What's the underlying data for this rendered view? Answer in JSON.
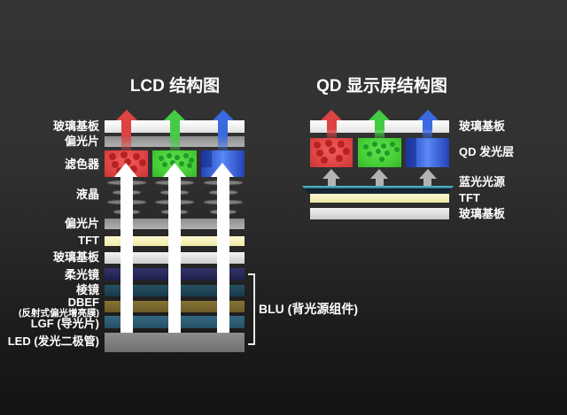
{
  "page": {
    "background_top": "#333333",
    "background_bottom": "#141414",
    "text_color": "#ffffff"
  },
  "lcd": {
    "title": "LCD 结构图",
    "layers": [
      {
        "id": "lcd-glass-top",
        "label": "玻璃基板",
        "color": "#ffffff"
      },
      {
        "id": "lcd-polarizer-top",
        "label": "偏光片",
        "color": "#9c9c9c"
      },
      {
        "id": "lcd-color-filter",
        "label": "滤色器",
        "color": "rgb"
      },
      {
        "id": "lcd-liquid-crystal",
        "label": "液晶",
        "color": "#8f8f8f"
      },
      {
        "id": "lcd-polarizer-bottom",
        "label": "偏光片",
        "color": "#9c9c9c"
      },
      {
        "id": "lcd-tft",
        "label": "TFT",
        "color": "#f6f2b8"
      },
      {
        "id": "lcd-glass-bottom",
        "label": "玻璃基板",
        "color": "#e9e9e9"
      },
      {
        "id": "lcd-diffuser",
        "label": "柔光镜",
        "color": "#292959"
      },
      {
        "id": "lcd-prism",
        "label": "棱镜",
        "color": "#1f4758"
      },
      {
        "id": "lcd-dbef",
        "label": "DBEF",
        "sublabel": "(反射式偏光增亮膜)",
        "color": "#7b6a2e"
      },
      {
        "id": "lcd-lgf",
        "label": "LGF (导光片)",
        "color": "#2e5d74"
      },
      {
        "id": "lcd-led",
        "label": "LED (发光二极管)",
        "color": "#7e7e7e"
      }
    ],
    "blu_label": "BLU (背光源组件)"
  },
  "qd": {
    "title": "QD 显示屏结构图",
    "layers": [
      {
        "id": "qd-glass-top",
        "label": "玻璃基板",
        "color": "#ffffff"
      },
      {
        "id": "qd-emissive",
        "label": "QD 发光层",
        "color": "rgb"
      },
      {
        "id": "qd-blue-source",
        "label": "蓝光光源",
        "color": "#3f93a8"
      },
      {
        "id": "qd-tft",
        "label": "TFT",
        "color": "#f6f2b8"
      },
      {
        "id": "qd-glass-bottom",
        "label": "玻璃基板",
        "color": "#e6e6e6"
      }
    ]
  },
  "colors": {
    "red_subpixel": "#e04545",
    "red_dot": "#b52222",
    "green_subpixel": "#46cf36",
    "green_dot": "#1f9a28",
    "blue_subpixel": "#3a66dd",
    "arrow_red": "#dd4343",
    "arrow_green": "#43cc43",
    "arrow_blue": "#3a6ae0",
    "arrow_white": "#ffffff",
    "arrow_gray": "#b3b3b3",
    "bracket": "#e8e8e8"
  }
}
